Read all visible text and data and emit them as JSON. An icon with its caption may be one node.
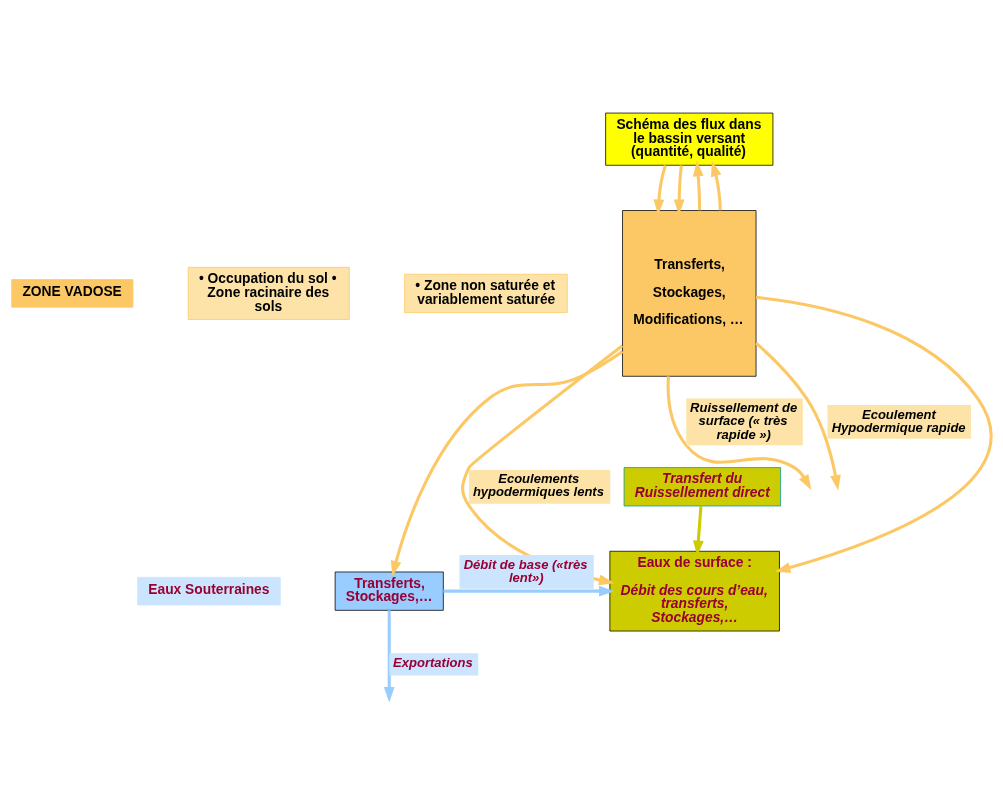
{
  "diagram": {
    "nodes": [
      {
        "text": [
          "Schéma des flux dans le bassin versant (quantité, qualité)"
        ]
      },
      {
        "text": [
          "ZONE VADOSE"
        ]
      },
      {
        "text": [
          "• Occupation du sol • Zone racinaire des sols"
        ]
      },
      {
        "text": [
          "• Zone non saturée et variablement saturée"
        ]
      },
      {
        "text": [
          "Transferts,",
          "Stockages,",
          "Modifications, …"
        ]
      },
      {
        "text": [
          "Transfert du Ruissellement direct"
        ]
      },
      {
        "text": [
          "Eaux de surface :",
          "Débit des cours d’eau, transferts, Stockages,…"
        ]
      },
      {
        "text": [
          "Transferts, Stockages,…"
        ]
      },
      {
        "text": [
          "Eaux Souterraines"
        ]
      }
    ],
    "edges": [
      {
        "from": 0,
        "to": 4,
        "arrow": "to"
      },
      {
        "from": 0,
        "to": 4,
        "arrow": "to"
      },
      {
        "from": 4,
        "to": 0,
        "arrow": "to"
      },
      {
        "from": 4,
        "to": 0,
        "arrow": "to"
      },
      {
        "from": 4,
        "to": null,
        "arrow": "to",
        "label": "Ruissellement de surface (« très rapide »)"
      },
      {
        "from": 4,
        "to": null,
        "arrow": "to",
        "label": "Ecoulement Hypodermique rapide"
      },
      {
        "from": 5,
        "to": 6,
        "arrow": "to",
        "color": "#cccc00"
      },
      {
        "from": 4,
        "to": 6,
        "arrow": "to"
      },
      {
        "from": 4,
        "to": 6,
        "arrow": "to",
        "label": "Ecoulements hypodermiques lents"
      },
      {
        "from": 4,
        "to": 7,
        "arrow": "to"
      },
      {
        "from": 7,
        "to": null,
        "arrow": "to",
        "label": "Exportations",
        "color": "#99ccff"
      },
      {
        "from": 7,
        "to": 6,
        "arrow": "to",
        "label": "Débit de base («très lent»)",
        "color": "#99ccff"
      }
    ]
  }
}
